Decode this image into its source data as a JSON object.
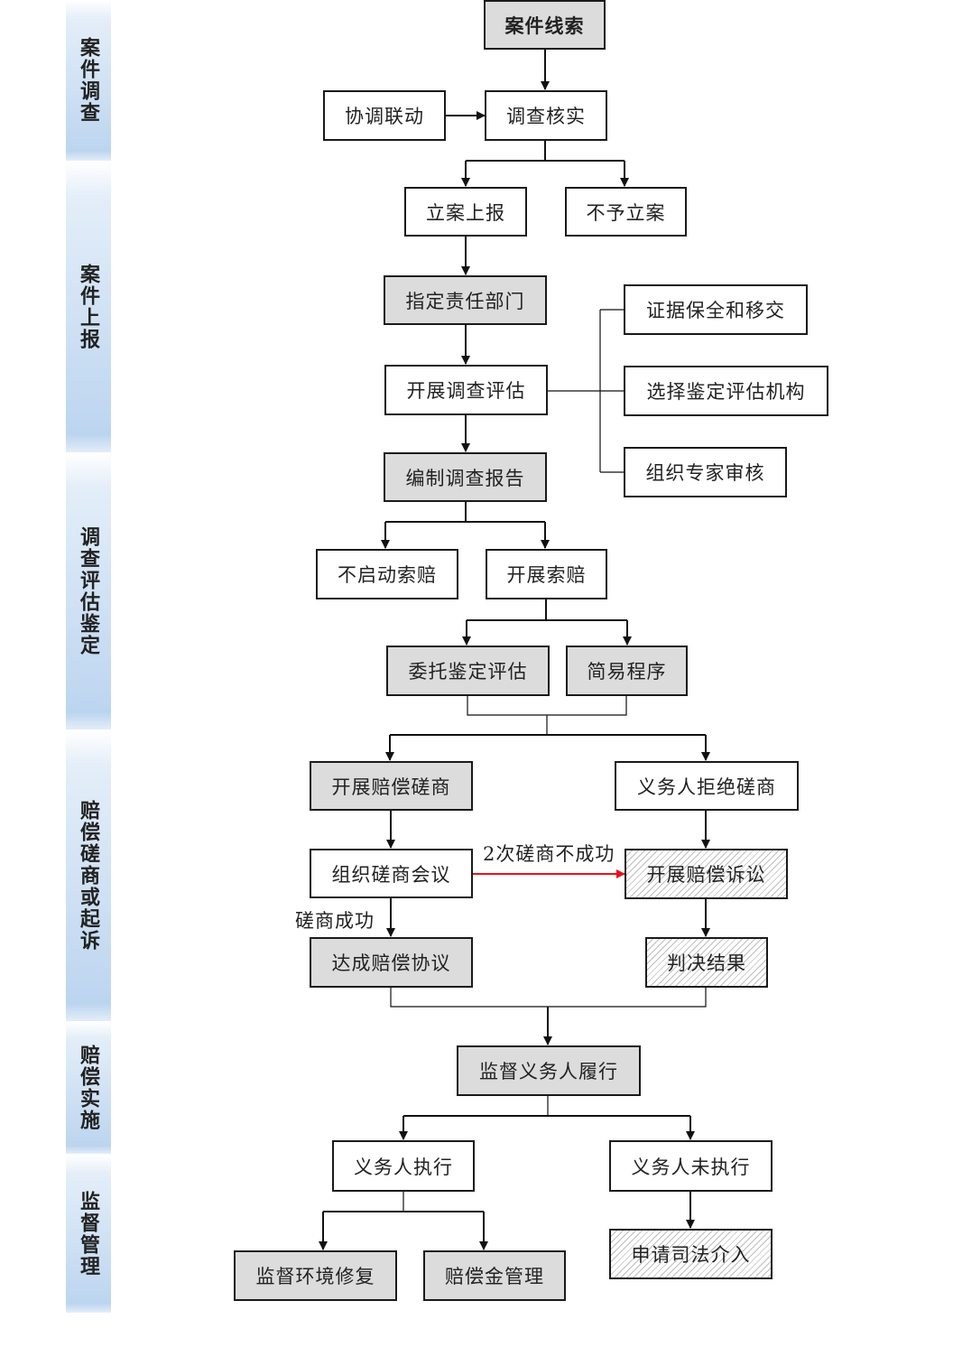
{
  "phases": [
    {
      "label": "案件调查"
    },
    {
      "label": "案件上报"
    },
    {
      "label": "调查评估鉴定"
    },
    {
      "label": "赔偿磋商或起诉"
    },
    {
      "label": "赔偿实施"
    },
    {
      "label": "监督管理"
    }
  ],
  "nodes": {
    "case_clue": "案件线索",
    "coordination": "协调联动",
    "investigate_verify": "调查核实",
    "register_report": "立案上报",
    "no_register": "不予立案",
    "assign_department": "指定责任部门",
    "conduct_assessment": "开展调查评估",
    "evidence_preservation": "证据保全和移交",
    "select_agency": "选择鉴定评估机构",
    "expert_review": "组织专家审核",
    "compile_report": "编制调查报告",
    "no_claim": "不启动索赔",
    "start_claim": "开展索赔",
    "entrust_appraisal": "委托鉴定评估",
    "simple_procedure": "简易程序",
    "start_negotiation": "开展赔偿磋商",
    "obligor_refuses": "义务人拒绝磋商",
    "negotiation_meeting": "组织磋商会议",
    "compensation_lawsuit": "开展赔偿诉讼",
    "reach_agreement": "达成赔偿协议",
    "judgment_result": "判决结果",
    "supervise_obligor": "监督义务人履行",
    "obligor_executes": "义务人执行",
    "obligor_not_executes": "义务人未执行",
    "supervise_restoration": "监督环境修复",
    "fund_management": "赔偿金管理",
    "judicial_intervention": "申请司法介入"
  },
  "edge_labels": {
    "two_failed": "2次磋商不成功",
    "negotiation_success": "磋商成功"
  },
  "colors": {
    "phase_band": "#cfe1f4",
    "gray_fill": "#dcdcdc",
    "failure_arrow": "#e8141c"
  }
}
